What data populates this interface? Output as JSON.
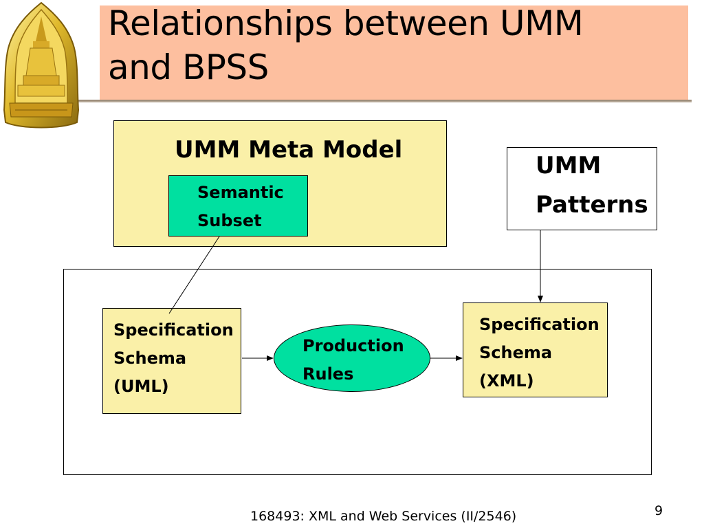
{
  "slide": {
    "title_line1": "Relationships between UMM",
    "title_line2": "and BPSS",
    "colors": {
      "title_bar": "#fdbf9f",
      "box_fill": "#faf0a8",
      "accent_fill": "#00e0a0"
    },
    "logo_icon": "university-emblem-icon"
  },
  "diagram": {
    "meta_model_label": "UMM Meta Model",
    "semantic_subset": [
      "Semantic",
      "Subset"
    ],
    "umm_patterns": [
      "UMM",
      "Patterns"
    ],
    "spec_uml": [
      "Specification",
      "Schema",
      "(UML)"
    ],
    "production_rules": [
      "Production",
      "Rules"
    ],
    "spec_xml": [
      "Specification",
      "Schema",
      "(XML)"
    ]
  },
  "footer": {
    "course": "168493: XML and Web Services  (II/2546)",
    "page_number": "9"
  }
}
